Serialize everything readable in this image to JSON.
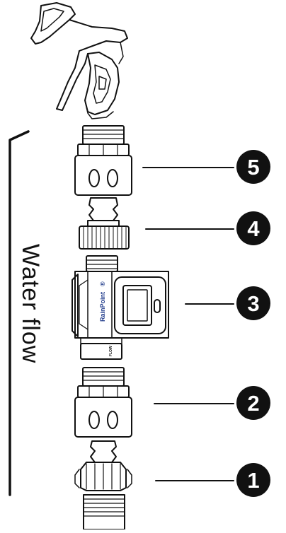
{
  "flow_label": "Water flow",
  "brand_label": "RainPoint",
  "brand_mark": "®",
  "flow_tag": "FLOW",
  "callouts": [
    {
      "number": "5",
      "part": "quick-connect-coupler-upper"
    },
    {
      "number": "4",
      "part": "hose-connector-nipple-upper"
    },
    {
      "number": "3",
      "part": "rainpoint-water-timer"
    },
    {
      "number": "2",
      "part": "quick-connect-coupler-lower"
    },
    {
      "number": "1",
      "part": "hose-connector-nipple-lower"
    }
  ],
  "colors": {
    "line": "#111111",
    "badge": "#111111",
    "brand": "#1f3a8a",
    "background": "#ffffff"
  }
}
